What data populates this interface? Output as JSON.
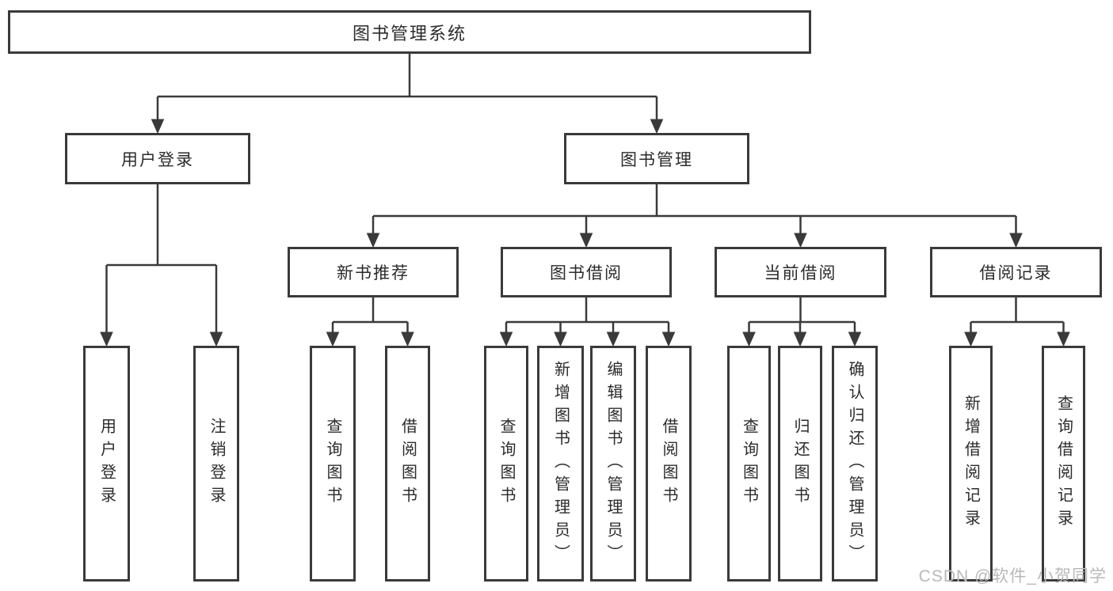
{
  "root": {
    "label": "图书管理系统"
  },
  "branches": [
    {
      "label": "用户登录",
      "leaves": [
        {
          "label": "用户登录"
        },
        {
          "label": "注销登录"
        }
      ]
    },
    {
      "label": "图书管理",
      "sections": [
        {
          "label": "新书推荐",
          "leaves": [
            {
              "label": "查询图书"
            },
            {
              "label": "借阅图书"
            }
          ]
        },
        {
          "label": "图书借阅",
          "leaves": [
            {
              "label": "查询图书"
            },
            {
              "label": "新增图书（管理员）"
            },
            {
              "label": "编辑图书（管理员）"
            },
            {
              "label": "借阅图书"
            }
          ]
        },
        {
          "label": "当前借阅",
          "leaves": [
            {
              "label": "查询图书"
            },
            {
              "label": "归还图书"
            },
            {
              "label": "确认归还（管理员）"
            }
          ]
        },
        {
          "label": "借阅记录",
          "leaves": [
            {
              "label": "新增借阅记录"
            },
            {
              "label": "查询借阅记录"
            }
          ]
        }
      ]
    }
  ],
  "watermark": {
    "text": "CSDN @软件_小贺同学"
  },
  "colors": {
    "line": "#3a3a3a",
    "box_border": "#3a3a3a",
    "box_fill": "#ffffff",
    "text": "#2b2b2b",
    "watermark": "#b9b9b9",
    "background": "#ffffff"
  }
}
